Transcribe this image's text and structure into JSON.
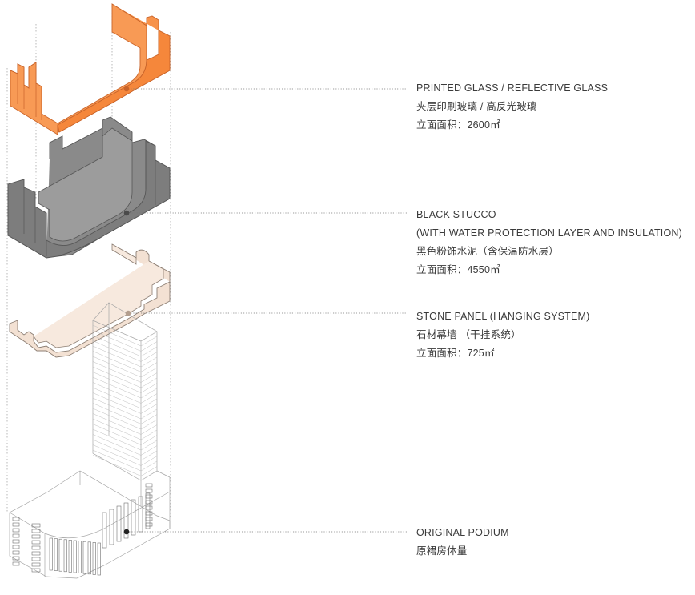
{
  "colors": {
    "glass": "#f7924a",
    "glass_stroke": "#c9642a",
    "stucco": "#8a8a8a",
    "stucco_stroke": "#565656",
    "stone": "#f3e1d3",
    "stone_stroke": "#8c7e73",
    "outline": "#9a9a9a",
    "leader": "#777777"
  },
  "layers": [
    {
      "id": "glass",
      "title": "PRINTED GLASS / REFLECTIVE GLASS",
      "lines": [
        "夹层印刷玻璃 / 高反光玻璃",
        "立面面积：2600㎡"
      ]
    },
    {
      "id": "stucco",
      "title": "BLACK STUCCO",
      "lines": [
        "(WITH WATER PROTECTION LAYER AND INSULATION)",
        "黑色粉饰水泥（含保温防水层）",
        "立面面积：4550㎡"
      ]
    },
    {
      "id": "stone",
      "title": "STONE PANEL (HANGING SYSTEM)",
      "lines": [
        "石材幕墙 （干挂系统）",
        "立面面积：725㎡"
      ]
    },
    {
      "id": "podium",
      "title": "ORIGINAL PODIUM",
      "lines": [
        "原裙房体量"
      ]
    }
  ]
}
